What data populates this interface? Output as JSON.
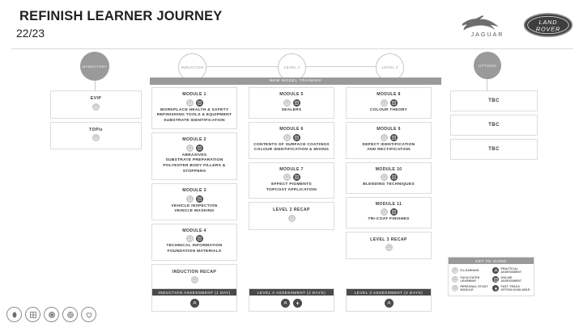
{
  "header": {
    "title": "REFINISH LEARNER JOURNEY",
    "year": "22/23",
    "logos": [
      {
        "name": "jaguar-logo",
        "label": "JAGUAR"
      },
      {
        "name": "land-rover-logo",
        "label": "LAND ROVER"
      }
    ]
  },
  "timeline": {
    "nodes": [
      {
        "id": "mandatory",
        "label": "MANDATORY",
        "style": "filled"
      },
      {
        "id": "induction",
        "label": "INDUCTION",
        "style": "hollow"
      },
      {
        "id": "level2",
        "label": "LEVEL 2",
        "style": "hollow"
      },
      {
        "id": "level3",
        "label": "LEVEL 3",
        "style": "hollow"
      },
      {
        "id": "options",
        "label": "OPTIONS",
        "style": "filled"
      }
    ]
  },
  "banner": {
    "label": "NEW MODEL TRAINING"
  },
  "columns": {
    "mandatory": [
      {
        "kind": "simple",
        "title": "EVIP",
        "icons": [
          "psm"
        ]
      },
      {
        "kind": "simple",
        "title": "TOPIx",
        "icons": [
          "psm"
        ]
      }
    ],
    "induction": [
      {
        "kind": "module",
        "title": "MODULE 1",
        "icons": [
          "psm",
          "online"
        ],
        "lines": [
          "WORKPLACE HEALTH & SAFETY",
          "REFINISHING TOOLS & EQUIPMENT",
          "SUBSTRATE IDENTIFICATION"
        ]
      },
      {
        "kind": "module",
        "title": "MODULE 2",
        "icons": [
          "psm",
          "online"
        ],
        "lines": [
          "ABRASIVES",
          "SUBSTRATE PREPARATION",
          "POLYESTER BODY FILLERS & STOPPERS"
        ]
      },
      {
        "kind": "module",
        "title": "MODULE 3",
        "icons": [
          "psm",
          "online"
        ],
        "lines": [
          "VEHICLE INSPECTION",
          "VEHICLE MASKING"
        ]
      },
      {
        "kind": "module",
        "title": "MODULE 4",
        "icons": [
          "psm",
          "online"
        ],
        "lines": [
          "TECHNICAL INFORMATION",
          "FOUNDATION MATERIALS"
        ]
      },
      {
        "kind": "recap",
        "title": "INDUCTION RECAP",
        "icons": [
          "psm"
        ],
        "lines": []
      }
    ],
    "level2": [
      {
        "kind": "module",
        "title": "MODULE 5",
        "icons": [
          "psm",
          "online"
        ],
        "lines": [
          "SEALERS"
        ]
      },
      {
        "kind": "module",
        "title": "MODULE 6",
        "icons": [
          "psm",
          "online"
        ],
        "lines": [
          "CONTENTS OF SURFACE COATINGS",
          "COLOUR IDENTIFICATION & MIXING"
        ]
      },
      {
        "kind": "module",
        "title": "MODULE 7",
        "icons": [
          "psm",
          "online"
        ],
        "lines": [
          "EFFECT PIGMENTS",
          "TOPCOAT APPLICATION"
        ]
      },
      {
        "kind": "recap",
        "title": "LEVEL 2 RECAP",
        "icons": [
          "psm"
        ],
        "lines": []
      }
    ],
    "level3": [
      {
        "kind": "module",
        "title": "MODULE 8",
        "icons": [
          "psm",
          "online"
        ],
        "lines": [
          "COLOUR THEORY"
        ]
      },
      {
        "kind": "module",
        "title": "MODULE 9",
        "icons": [
          "psm",
          "online"
        ],
        "lines": [
          "DEFECT IDENTIFICATION",
          "AND RECTIFICATION"
        ]
      },
      {
        "kind": "module",
        "title": "MODULE 10",
        "icons": [
          "psm",
          "online"
        ],
        "lines": [
          "BLENDING TECHNIQUES"
        ]
      },
      {
        "kind": "module",
        "title": "MODULE 11",
        "icons": [
          "psm",
          "online"
        ],
        "lines": [
          "TRI-COAT FINISHES"
        ]
      },
      {
        "kind": "recap",
        "title": "LEVEL 3 RECAP",
        "icons": [
          "psm"
        ],
        "lines": []
      }
    ],
    "options": [
      {
        "kind": "plain",
        "title": "TBC"
      },
      {
        "kind": "plain",
        "title": "TBC"
      },
      {
        "kind": "plain",
        "title": "TBC"
      }
    ]
  },
  "assessments": [
    {
      "id": "induction-assessment",
      "label": "INDUCTION ASSESSMENT (1 DAY)",
      "icons": [
        "practical"
      ]
    },
    {
      "id": "level2-assessment",
      "label": "LEVEL 2 ASSESSMENT (2 DAYS)",
      "icons": [
        "practical",
        "fasttrack"
      ]
    },
    {
      "id": "level3-assessment",
      "label": "LEVEL 3 ASSESSMENT (2 DAYS)",
      "icons": [
        "practical"
      ]
    }
  ],
  "legend": {
    "title": "KEY TO ICONS",
    "items": [
      {
        "icon": "e-learning",
        "label": "E-LEARNING",
        "tone": "light"
      },
      {
        "icon": "practical-assessment",
        "label": "PRACTICAL ASSESSMENT",
        "tone": "dark"
      },
      {
        "icon": "facilitated-learning",
        "label": "FACILITATED LEARNING",
        "tone": "light"
      },
      {
        "icon": "online-assessment",
        "label": "ONLINE ASSESSMENT",
        "tone": "dark"
      },
      {
        "icon": "personal-study-module",
        "label": "PERSONAL STUDY MODULE",
        "tone": "light"
      },
      {
        "icon": "fast-track",
        "label": "FAST TRACK OPTION AVAILABLE",
        "tone": "dark"
      }
    ]
  },
  "footer_icons": [
    {
      "name": "thumbprint-icon"
    },
    {
      "name": "grid-icon"
    },
    {
      "name": "wheel-icon"
    },
    {
      "name": "target-icon"
    },
    {
      "name": "heart-shield-icon"
    }
  ],
  "colors": {
    "node_filled": "#9a9a9a",
    "banner": "#9a9a9a",
    "assessment_header": "#4a4a4a",
    "badge_light": "#c9c9c9",
    "badge_dark": "#4a4a4a",
    "text": "#3a3a3a"
  }
}
